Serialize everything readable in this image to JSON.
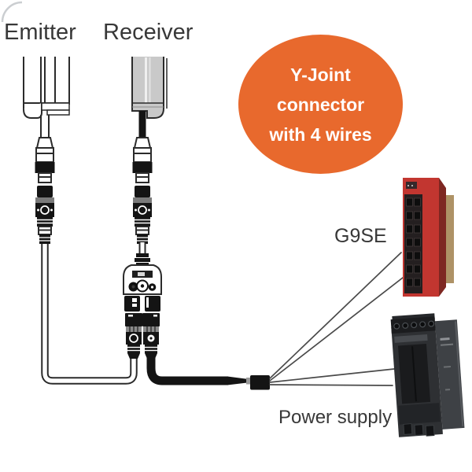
{
  "labels": {
    "emitter": "Emitter",
    "receiver": "Receiver",
    "g9se": "G9SE",
    "power_supply": "Power supply"
  },
  "callout": {
    "lines": [
      "Y-Joint",
      "connector",
      "with 4 wires"
    ],
    "bg_color": "#E8692D",
    "text_color": "#FFFFFF"
  },
  "diagram": {
    "emitter_device": "light-curtain-emitter-end",
    "receiver_device": "light-curtain-receiver-end",
    "y_joint": "y-joint-connector",
    "trunk_cable": "4-wire-breakout-cable",
    "wire_count": 4,
    "g9se_module": "g9se-safety-relay",
    "power_supply_module": "din-rail-power-supply"
  },
  "colors": {
    "outline_dark": "#2B2B2B",
    "connector_black": "#141414",
    "receiver_gray": "#C9C9C9",
    "wire_gray": "#4A4A4A",
    "g9se_red": "#C23630",
    "g9se_terminal_dark": "#241F20",
    "g9se_side_tan": "#AE9266",
    "power_supply_body": "#2E3033",
    "power_supply_side": "#3E4145",
    "label_text": "#383838",
    "corner_arc_gray": "#CBCED1"
  }
}
